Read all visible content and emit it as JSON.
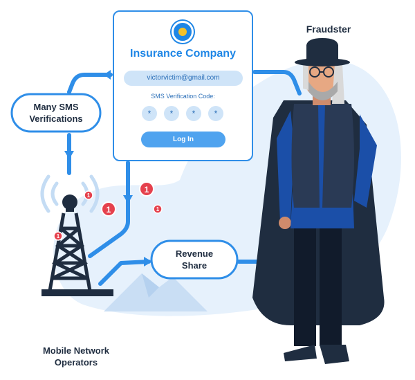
{
  "card": {
    "title": "Insurance Company",
    "email": "victorvictim@gmail.com",
    "sms_label": "SMS Verification Code:",
    "code_digits": [
      "*",
      "*",
      "*",
      "*"
    ],
    "login_label": "Log In"
  },
  "labels": {
    "fraudster": "Fraudster",
    "many_sms_line1": "Many SMS",
    "many_sms_line2": "Verifications",
    "revenue_line1": "Revenue",
    "revenue_line2": "Share",
    "operators_line1": "Mobile Network",
    "operators_line2": "Operators"
  },
  "badges": [
    "1",
    "1",
    "1",
    "1",
    "1"
  ],
  "colors": {
    "accent": "#1e86e6",
    "arrow": "#2f8ee8",
    "bg_blob": "#e6f1fc",
    "navy": "#1f2d40",
    "badge": "#e5414d",
    "coat": "#26344a",
    "shirt": "#1b4fa8"
  },
  "icons": [
    "insurance-logo-icon",
    "cell-tower-icon",
    "signal-waves-icon",
    "notification-badge-icon",
    "fraudster-figure",
    "mountain-icon"
  ]
}
